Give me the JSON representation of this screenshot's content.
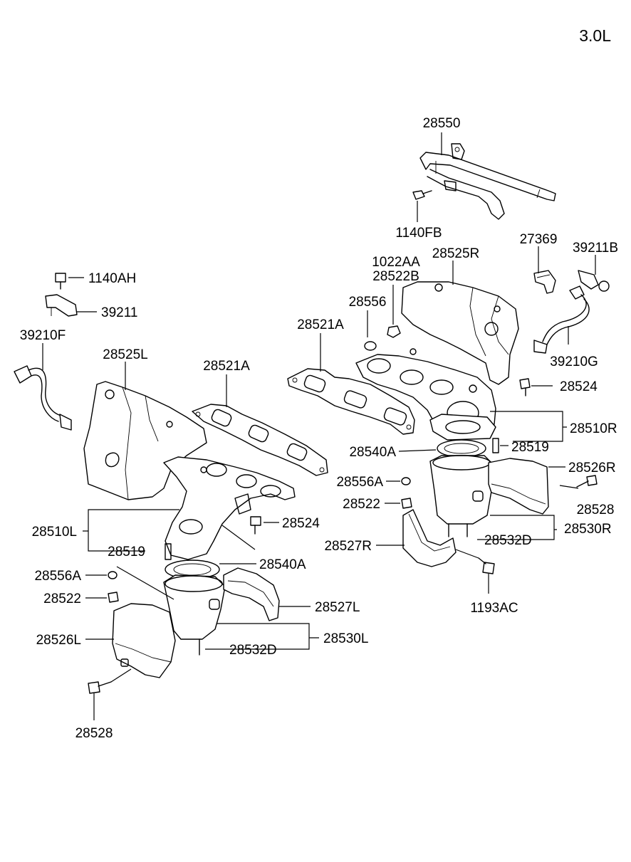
{
  "title": "3.0L",
  "labels": {
    "p28550": "28550",
    "p1140FB": "1140FB",
    "p27369": "27369",
    "p39211B": "39211B",
    "p1022AA": "1022AA",
    "p28522B": "28522B",
    "p28525R": "28525R",
    "p28556_top": "28556",
    "p28521A_right": "28521A",
    "p39210G": "39210G",
    "p28524_right": "28524",
    "p28510R": "28510R",
    "p28519_right": "28519",
    "p28540A_right": "28540A",
    "p28526R": "28526R",
    "p28556A_right": "28556A",
    "p28522_right": "28522",
    "p28528_right": "28528",
    "p28530R": "28530R",
    "p28532D_right": "28532D",
    "p28527R": "28527R",
    "p1193AC": "1193AC",
    "p1140AH": "1140AH",
    "p39211": "39211",
    "p39210F": "39210F",
    "p28525L": "28525L",
    "p28521A_left": "28521A",
    "p28510L": "28510L",
    "p28524_left": "28524",
    "p28519_left": "28519",
    "p28540A_left": "28540A",
    "p28556A_left": "28556A",
    "p28522_left": "28522",
    "p28527L": "28527L",
    "p28526L": "28526L",
    "p28530L": "28530L",
    "p28532D_left": "28532D",
    "p28528_left": "28528"
  }
}
